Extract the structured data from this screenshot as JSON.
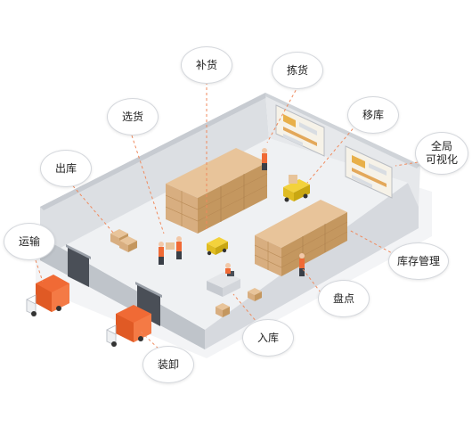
{
  "labels": {
    "buhuo": "补货",
    "jianhuo": "拣货",
    "xuanhuo": "选货",
    "yiku": "移库",
    "chuku": "出库",
    "quanju": "全局\n可视化",
    "yunshu": "运输",
    "kucun": "库存管理",
    "pandian": "盘点",
    "ruku": "入库",
    "zhuangxie": "装卸"
  },
  "colors": {
    "accent_orange": "#f06a35",
    "dashed_line": "#f08a5d",
    "box_light": "#e8c49a",
    "box_mid": "#d8ae80",
    "box_dark": "#c4975f",
    "wall_light": "#e6e8eb",
    "wall_dark": "#b7bcc3",
    "floor": "#eff1f3",
    "forklift_yellow": "#f3d23c"
  }
}
